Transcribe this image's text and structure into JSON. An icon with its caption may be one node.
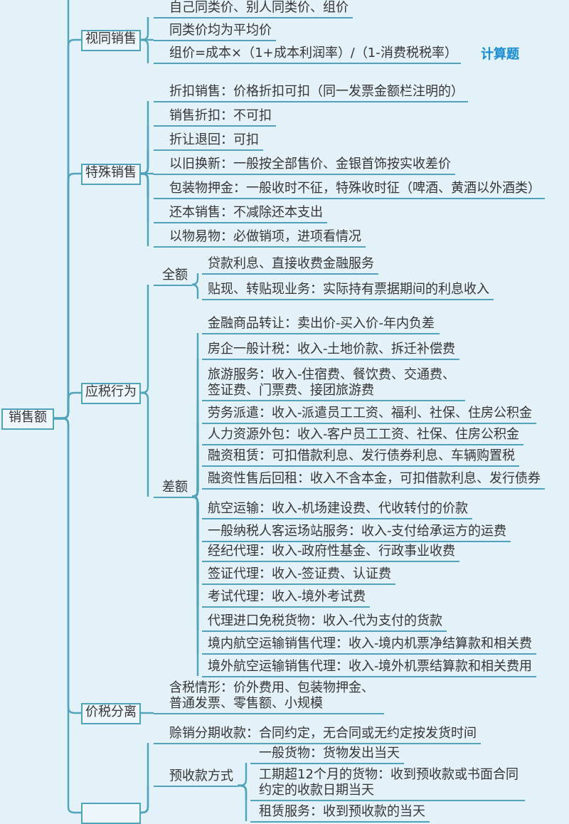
{
  "diagram": {
    "nodes": [
      {
        "text": [
          "销售额"
        ]
      },
      {
        "text": [
          "视同销售"
        ]
      },
      {
        "text": [
          "自己同类价、别人同类价、组价"
        ]
      },
      {
        "text": [
          "同类价均为平均价"
        ]
      },
      {
        "text": [
          "组价=成本×（1+成本利润率）/（1-消费税税率）"
        ],
        "beside": [
          "计算题"
        ]
      },
      {
        "text": [
          "特殊销售"
        ]
      },
      {
        "text": [
          "折扣销售：价格折扣可扣（同一发票金额栏注明的）"
        ]
      },
      {
        "text": [
          "销售折扣：不可扣"
        ]
      },
      {
        "text": [
          "折让退回：可扣"
        ]
      },
      {
        "text": [
          "以旧换新：一般按全部售价、金银首饰按实收差价"
        ]
      },
      {
        "text": [
          "包装物押金：一般收时不征，特殊收时征（啤酒、黄酒以外酒类）"
        ]
      },
      {
        "text": [
          "还本销售：不减除还本支出"
        ]
      },
      {
        "text": [
          "以物易物：必做销项，进项看情况"
        ]
      },
      {
        "text": [
          "应税行为"
        ]
      },
      {
        "text": [
          "全额"
        ]
      },
      {
        "text": [
          "贷款利息、直接收费金融服务"
        ]
      },
      {
        "text": [
          "贴现、转贴现业务：实际持有票据期间的利息收入"
        ]
      },
      {
        "text": [
          "差额"
        ]
      },
      {
        "text": [
          "金融商品转让：卖出价-买入价-年内负差"
        ]
      },
      {
        "text": [
          "房企一般计税：收入-土地价款、拆迁补偿费"
        ]
      },
      {
        "text": [
          "旅游服务：收入-住宿费、餐饮费、交通费、签证费、门票费、接团旅游费"
        ]
      },
      {
        "text": [
          "劳务派遣：收入-派遣员工工资、福利、社保、住房公积金"
        ]
      },
      {
        "text": [
          "人力资源外包：收入-客户员工工资、社保、住房公积金"
        ]
      },
      {
        "text": [
          "融资租赁：可扣借款利息、发行债券利息、车辆购置税"
        ]
      },
      {
        "text": [
          "融资性售后回租：收入不含本金，可扣借款利息、发行债券"
        ]
      },
      {
        "text": [
          "航空运输：收入-机场建设费、代收转付的价款"
        ]
      },
      {
        "text": [
          "一般纳税人客运场站服务：收入-支付给承运方的运费"
        ]
      },
      {
        "text": [
          "经纪代理：收入-政府性基金、行政事业收费"
        ]
      },
      {
        "text": [
          "签证代理：收入-签证费、认证费"
        ]
      },
      {
        "text": [
          "考试代理：收入-境外考试费"
        ]
      },
      {
        "text": [
          "代理进口免税货物：收入-代为支付的货款"
        ]
      },
      {
        "text": [
          "境内航空运输销售代理：收入-境内机票净结算款和相关费"
        ]
      },
      {
        "text": [
          "境外航空运输销售代理：收入-境外机票结算款和相关费用"
        ]
      },
      {
        "text": [
          "价税分离"
        ]
      },
      {
        "text": [
          "含税情形：价外费用、包装物押金、普通发票、零售额、小规模"
        ]
      },
      {
        "text": [],
        "shape": "box"
      },
      {
        "text": [
          "赊销分期收款：合同约定，无合同或无约定按发货时间"
        ]
      },
      {
        "text": [
          "预收款方式"
        ]
      },
      {
        "text": [
          "一般货物：货物发出当天"
        ]
      },
      {
        "text": [
          "工期超12个月的货物：收到预收款或书面合同约定的收款日期当天"
        ]
      },
      {
        "text": [
          "租赁服务：收到预收款的当天"
        ]
      }
    ],
    "edges": [
      {
        "from": 0,
        "to": null,
        "arrow": "none"
      },
      {
        "from": 0,
        "to": 1,
        "arrow": "none"
      },
      {
        "from": 0,
        "to": 5,
        "arrow": "none"
      },
      {
        "from": 0,
        "to": 13,
        "arrow": "none"
      },
      {
        "from": 0,
        "to": 33,
        "arrow": "none"
      },
      {
        "from": 0,
        "to": 35,
        "arrow": "none"
      },
      {
        "from": 1,
        "to": 2,
        "arrow": "none"
      },
      {
        "from": 1,
        "to": 3,
        "arrow": "none"
      },
      {
        "from": 1,
        "to": 4,
        "arrow": "none"
      },
      {
        "from": 5,
        "to": 6,
        "arrow": "none"
      },
      {
        "from": 5,
        "to": 7,
        "arrow": "none"
      },
      {
        "from": 5,
        "to": 8,
        "arrow": "none"
      },
      {
        "from": 5,
        "to": 9,
        "arrow": "none"
      },
      {
        "from": 5,
        "to": 10,
        "arrow": "none"
      },
      {
        "from": 5,
        "to": 11,
        "arrow": "none"
      },
      {
        "from": 5,
        "to": 12,
        "arrow": "none"
      },
      {
        "from": 13,
        "to": 14,
        "arrow": "none"
      },
      {
        "from": 13,
        "to": 17,
        "arrow": "none"
      },
      {
        "from": 14,
        "to": 15,
        "arrow": "none"
      },
      {
        "from": 14,
        "to": 16,
        "arrow": "none"
      },
      {
        "from": 17,
        "to": 18,
        "arrow": "none"
      },
      {
        "from": 17,
        "to": 19,
        "arrow": "none"
      },
      {
        "from": 17,
        "to": 20,
        "arrow": "none"
      },
      {
        "from": 17,
        "to": 21,
        "arrow": "none"
      },
      {
        "from": 17,
        "to": 22,
        "arrow": "none"
      },
      {
        "from": 17,
        "to": 23,
        "arrow": "none"
      },
      {
        "from": 17,
        "to": 24,
        "arrow": "none"
      },
      {
        "from": 17,
        "to": 25,
        "arrow": "none"
      },
      {
        "from": 17,
        "to": 26,
        "arrow": "none"
      },
      {
        "from": 17,
        "to": 27,
        "arrow": "none"
      },
      {
        "from": 17,
        "to": 28,
        "arrow": "none"
      },
      {
        "from": 17,
        "to": 29,
        "arrow": "none"
      },
      {
        "from": 17,
        "to": 30,
        "arrow": "none"
      },
      {
        "from": 17,
        "to": 31,
        "arrow": "none"
      },
      {
        "from": 17,
        "to": 32,
        "arrow": "none"
      },
      {
        "from": 33,
        "to": 34,
        "arrow": "none"
      },
      {
        "from": 35,
        "to": 36,
        "arrow": "none"
      },
      {
        "from": 35,
        "to": 37,
        "arrow": "none"
      },
      {
        "from": 37,
        "to": 38,
        "arrow": "none"
      },
      {
        "from": 37,
        "to": 39,
        "arrow": "none"
      },
      {
        "from": 37,
        "to": 40,
        "arrow": "none"
      }
    ]
  }
}
